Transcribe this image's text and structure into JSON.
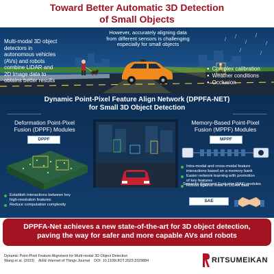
{
  "header": {
    "title_line1": "Toward Better Automatic 3D Detection",
    "title_line2": "of Small Objects"
  },
  "intro": {
    "lines": [
      "Multi-modal 3D object",
      "detectors in",
      "autonomous vehicles",
      "(AVs) and robots",
      "combine LiDAR and",
      "2D Image data to",
      "obtains better results"
    ]
  },
  "challenge": {
    "lines": [
      "However, accurately aligning data",
      "from different sensors is challenging",
      "especially for small objects"
    ],
    "items": [
      "Complex calibration",
      "Weather conditions",
      "Occlusion"
    ]
  },
  "network": {
    "title_line1": "Dynamic Point-Pixel Feature Align Network (DPPFA-NET)",
    "title_line2": "for Small 3D Object Detection"
  },
  "dppf": {
    "title_line1": "Deformation Point-Pixel",
    "title_line2": "Fusion (DPPF) Modules",
    "badge": "DPPF",
    "bullets": [
      "Establish interactions between key",
      "high-resolution features",
      "Reduce computation complexity"
    ]
  },
  "mppf": {
    "title_line1": "Memory-Based Point-Pixel",
    "title_line2": "Fusion (MPPF) Modules",
    "badge": "MPPF",
    "bullets": [
      "Intra-modal and cross-modal feature",
      "interactions based on a memory bank",
      "Easier network learning with promotion",
      "of key features",
      "Robust against noise in LiDAR data"
    ]
  },
  "sae": {
    "label": "Semantic Alignment Evaluator (SAE) modules",
    "badge": "SAE"
  },
  "conclusion": {
    "line1": "DPPFA-Net achieves a new state-of-the-art for 3D object detection,",
    "line2": "paving the way for safer and more capable AVs and robots"
  },
  "footer": {
    "citation_title": "Dynamic Point-Pixel Feature Alignment for Multi-modal 3D Object Detection",
    "citation_authors": "Wang et al. (2023)",
    "citation_journal": "IEEE Internet of Things Journal",
    "citation_doi": "DOI: 10.1109/JIOT.2023.3329884",
    "logo_text": "RITSUMEIKAN"
  },
  "colors": {
    "title_red": "#9c1320",
    "navy": "#0c2e55",
    "banner_red": "#a31423",
    "bullet_green": "#44b649",
    "car_orange": "#f08a1c"
  }
}
